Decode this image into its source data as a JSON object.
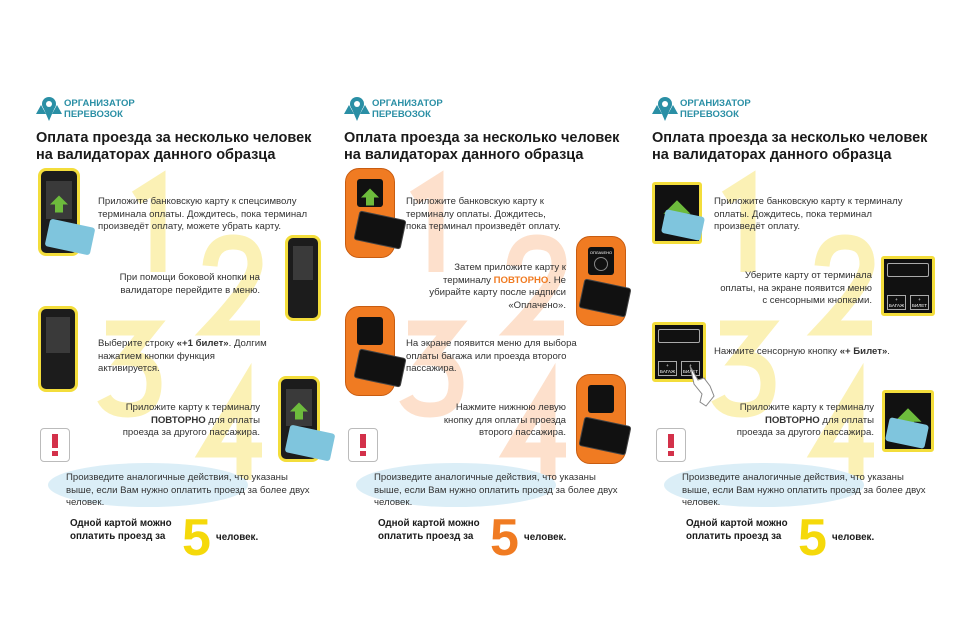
{
  "logo": {
    "line1": "ОРГАНИЗАТОР",
    "line2": "ПЕРЕВОЗОК"
  },
  "title": {
    "line1": "Оплата проезда за несколько человек",
    "line2": "на валидаторах данного образца"
  },
  "numbers": [
    "1",
    "2",
    "3",
    "4"
  ],
  "panels": [
    {
      "accent": "#f5d90a",
      "steps": [
        {
          "text": "Приложите банковскую карту к спецсимволу терминала оплаты. Дождитесь, пока терминал произведёт оплату, можете убрать карту."
        },
        {
          "text": "При помощи боковой кнопки на валидаторе перейдите в меню."
        },
        {
          "pre": "Выберите строку ",
          "bold": "«+1 билет»",
          "post": ". Долгим нажатием кнопки функция активируется."
        },
        {
          "pre": "Приложите карту к терминалу ",
          "bold": "ПОВТОРНО",
          "post": " для оплаты проезда за другого пассажира."
        }
      ]
    },
    {
      "accent": "#f07b22",
      "steps": [
        {
          "text": "Приложите банковскую карту к терминалу оплаты. Дождитесь, пока терминал произведёт оплату."
        },
        {
          "pre": "Затем приложите карту к терминалу ",
          "bold": "ПОВТОРНО",
          "post": ". Не убирайте карту после надписи «Оплачено»."
        },
        {
          "text": "На экране появится меню для выбора оплаты багажа или проезда второго пассажира."
        },
        {
          "text": "Нажмите нижнюю левую кнопку для оплаты проезда второго пассажира."
        }
      ],
      "screen_label": "ОПЛАЧЕНО"
    },
    {
      "accent": "#f5d90a",
      "steps": [
        {
          "text": "Приложите банковскую карту к терминалу оплаты. Дождитесь, пока терминал произведёт оплату."
        },
        {
          "text": "Уберите карту от терминала оплаты, на экране появится меню с сенсорными кнопками."
        },
        {
          "pre": "Нажмите сенсорную кнопку ",
          "bold": "«+ Билет»",
          "post": "."
        },
        {
          "pre": "Приложите карту к терминалу ",
          "bold": "ПОВТОРНО",
          "post": " для оплаты проезда за другого пассажира."
        }
      ],
      "btn_baggage": "+ БАГАЖ",
      "btn_ticket": "+ БИЛЕТ"
    }
  ],
  "note": "Произведите аналогичные действия, что указаны выше, если Вам нужно оплатить проезд за более двух человек.",
  "bottom": {
    "line1": "Одной картой можно",
    "line2": "оплатить проезд за",
    "count": "5",
    "suffix": "человек."
  }
}
